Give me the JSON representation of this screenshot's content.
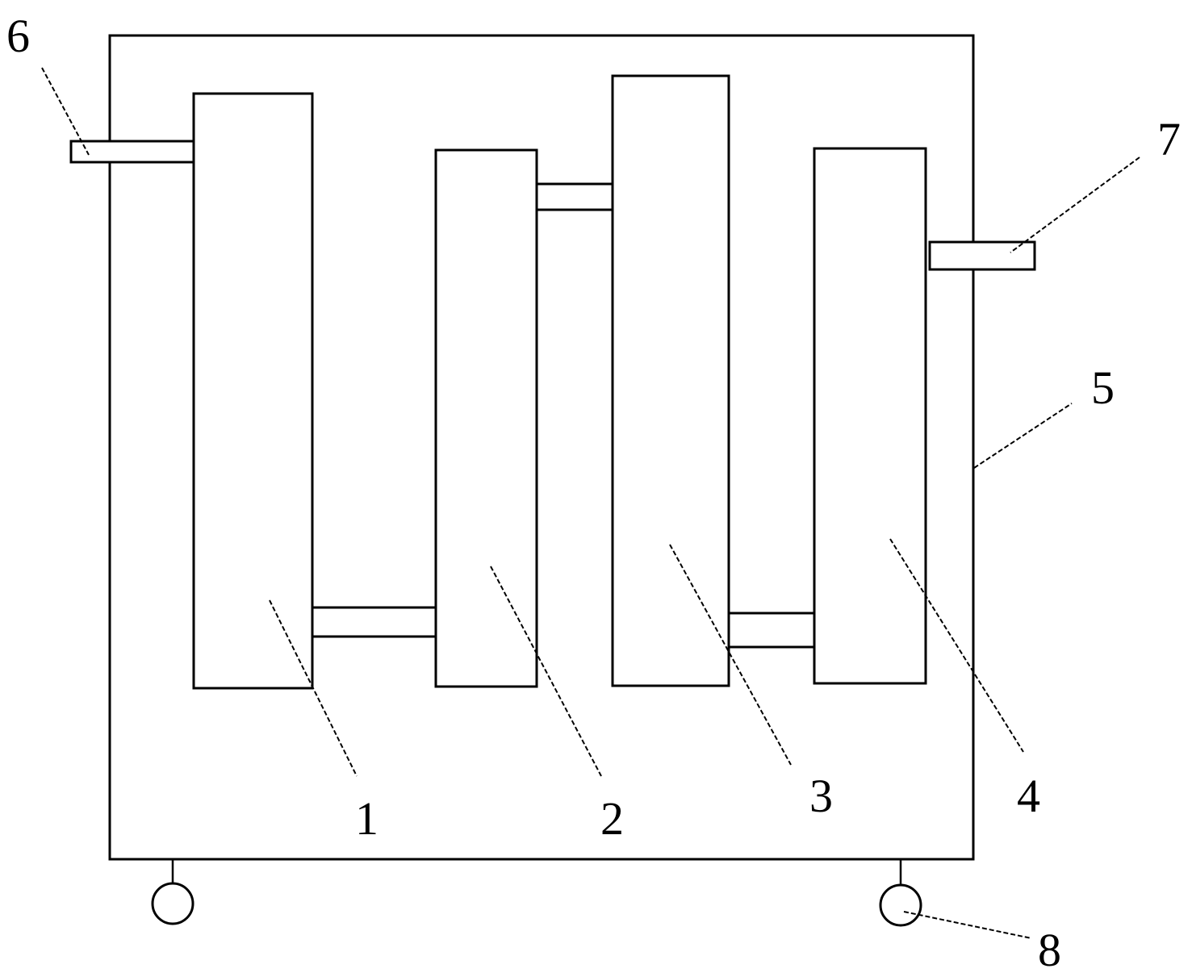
{
  "labels": {
    "part1": "1",
    "part2": "2",
    "part3": "3",
    "part4": "4",
    "housing": "5",
    "inlet": "6",
    "outlet": "7",
    "wheel": "8"
  },
  "colors": {
    "line": "#000000",
    "background": "#ffffff"
  }
}
